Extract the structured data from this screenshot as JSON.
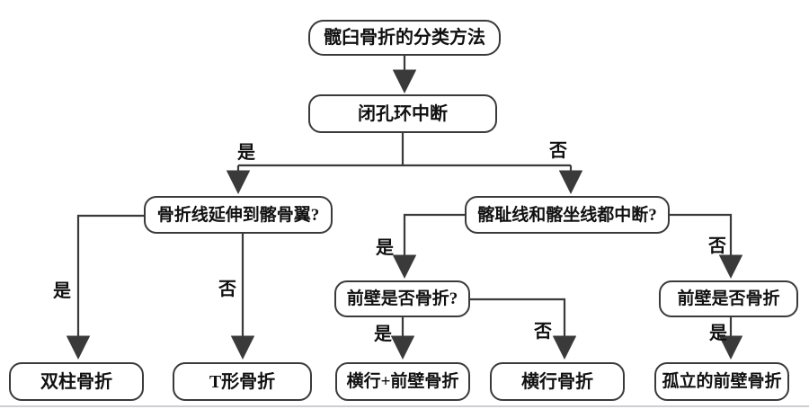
{
  "diagram": {
    "type": "flowchart",
    "title": "髋臼骨折的分类方法",
    "nodes": {
      "root": "髋臼骨折的分类方法",
      "obturator_ring": "闭孔环中断",
      "iliac_wing_question": "骨折线延伸到髂骨翼?",
      "ilio_lines_question": "髂耻线和髂坐线都中断?",
      "anterior_wall_question_mid": "前壁是否骨折?",
      "anterior_wall_question_right": "前壁是否骨折",
      "both_column_fracture": "双柱骨折",
      "t_shaped_fracture": "T形骨折",
      "transverse_plus_anterior_wall_fracture": "横行+前壁骨折",
      "transverse_fracture": "横行骨折",
      "isolated_anterior_wall_fracture": "孤立的前壁骨折"
    },
    "edge_labels": {
      "yes": "是",
      "no": "否"
    },
    "colors": {
      "line": "#3a3a3a",
      "box_border": "#3a3a3a",
      "box_fill": "#ffffff",
      "text": "#111111",
      "bottom_rule": "#ccd0d6"
    }
  }
}
